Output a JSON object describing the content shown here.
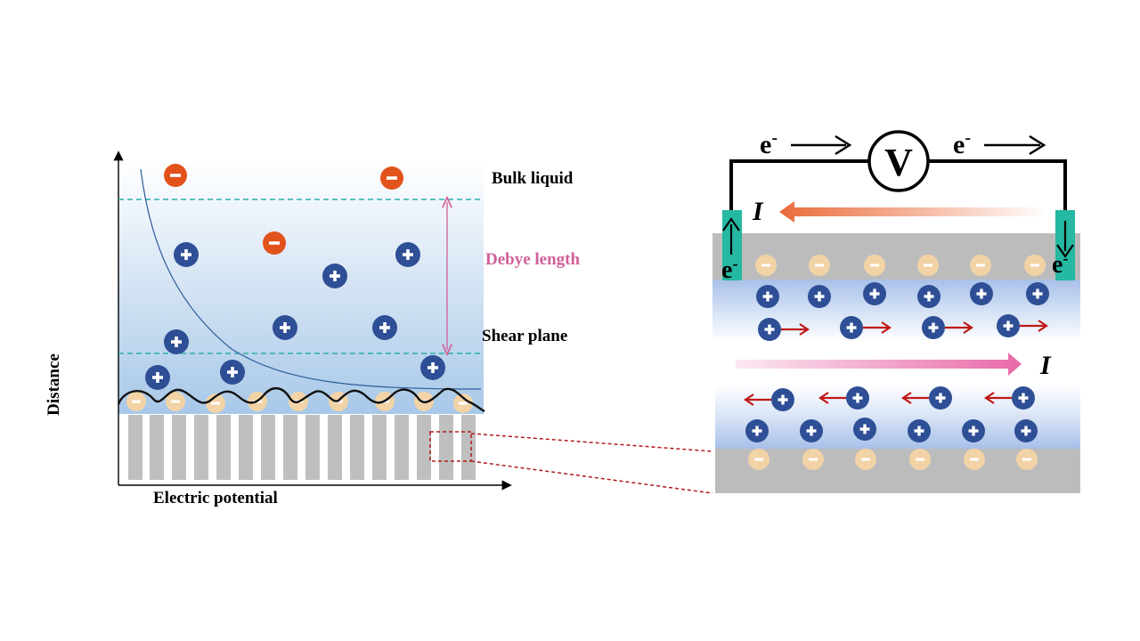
{
  "left_panel": {
    "axis_y_label": "Distance",
    "axis_x_label": "Electric potential",
    "label_bulk": "Bulk liquid",
    "label_debye": "Debye length",
    "label_shear": "Shear plane",
    "colors": {
      "debye": "#d0609a",
      "dashed_line": "#2ab0a8",
      "cation": "#2e4f96",
      "anion": "#e2531c",
      "surface_charge": "#f2d3a6",
      "pillar": "#bfbfbf",
      "zoom_box": "#b01c1c"
    }
  },
  "right_panel": {
    "meter_symbol": "V",
    "electron_label": "e",
    "electron_sup": "-",
    "current_symbol": "I",
    "colors": {
      "electrode": "#25b8a2",
      "wire": "#000000",
      "current_arrow_top": "#ea6a3a",
      "current_arrow_mid": "#e86aa8",
      "ion_arrow": "#c01818",
      "channel_wall": "#bcbcbc"
    }
  }
}
